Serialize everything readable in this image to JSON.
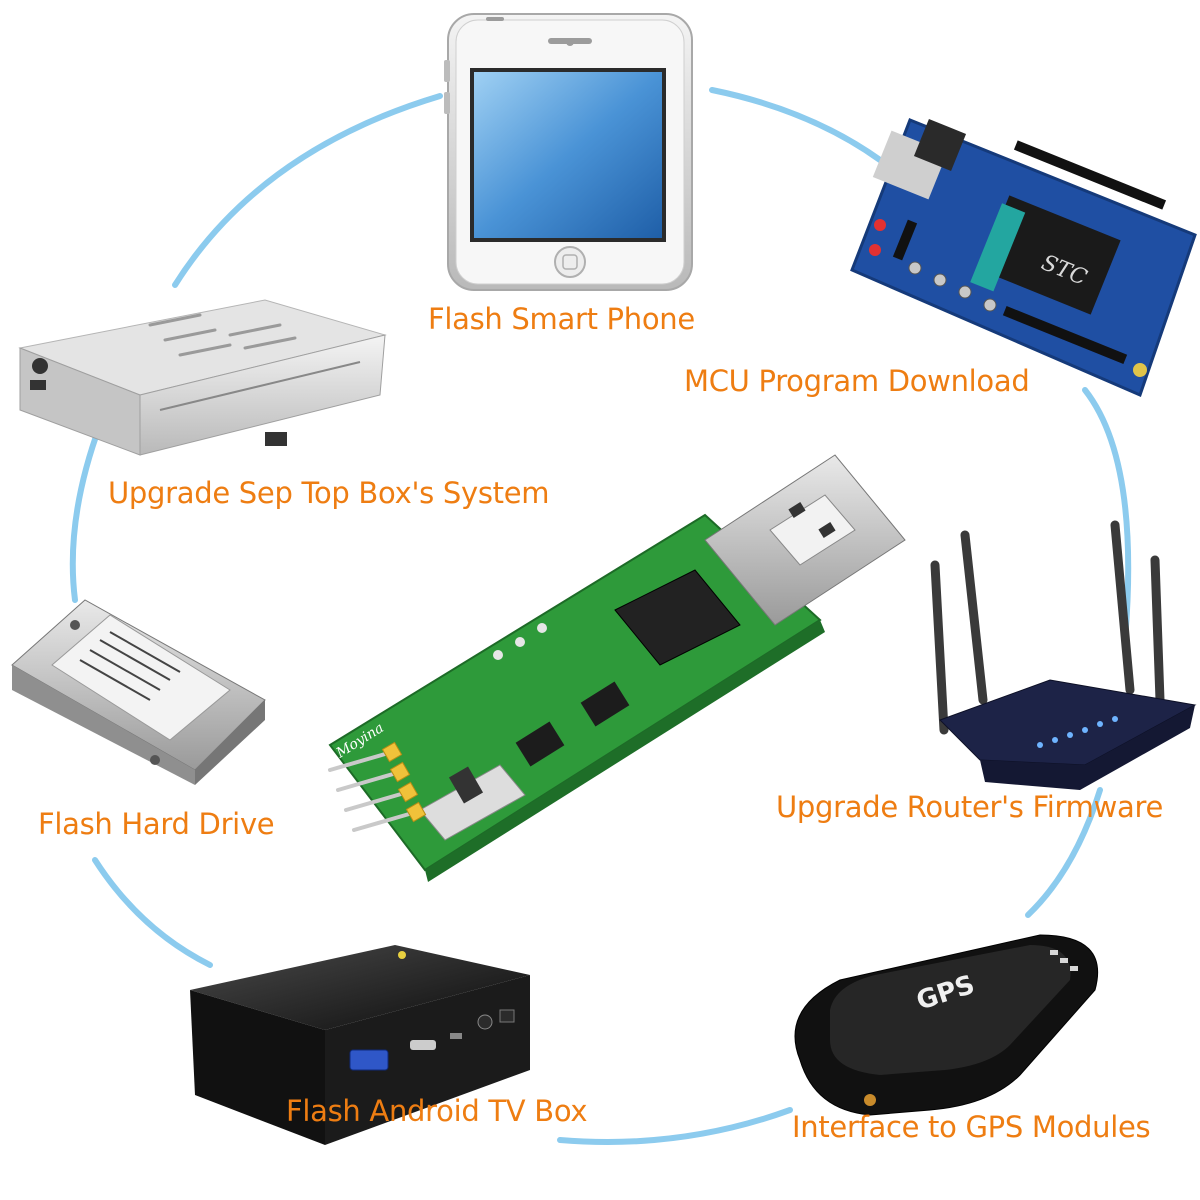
{
  "labels": {
    "smart_phone": "Flash Smart Phone",
    "mcu": "MCU Program Download",
    "set_top_box": "Upgrade Sep Top Box's System",
    "router": "Upgrade Router's Firmware",
    "hard_drive": "Flash Hard Drive",
    "android_box": "Flash Android TV Box",
    "gps": "Interface to GPS Modules"
  },
  "device_text": {
    "mcu_chip": "STC",
    "gps_brand": "GPS",
    "board_brand": "Moyina"
  },
  "colors": {
    "label": "#ee7d12",
    "ring": "#8ccbee",
    "pcb": "#2e9a3a"
  }
}
